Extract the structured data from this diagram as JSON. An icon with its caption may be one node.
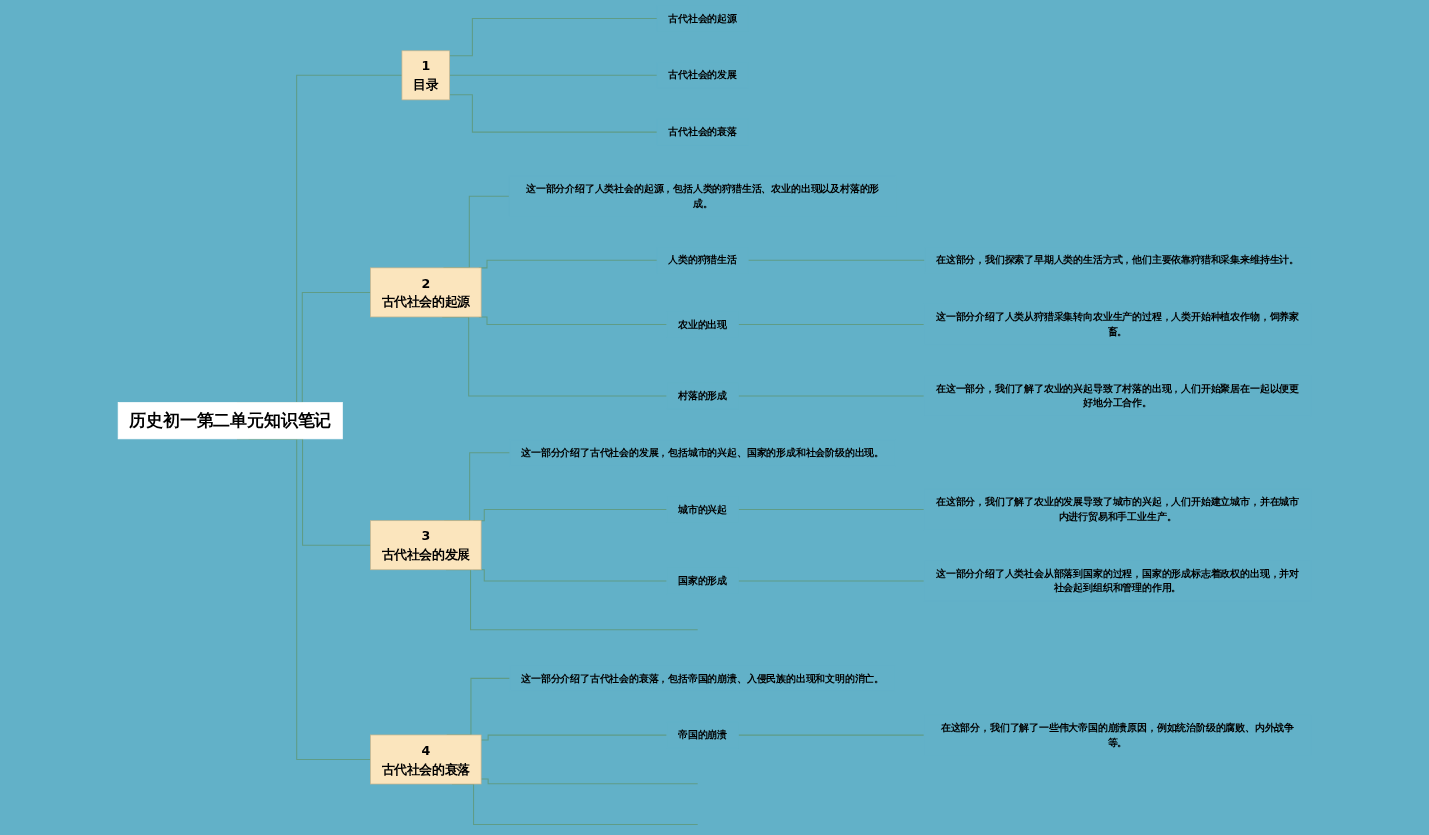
{
  "diagram": {
    "nodes": [
      {
        "text": [
          "历史初一第二单元知识笔记"
        ]
      },
      {
        "text": [
          "1",
          "目录"
        ]
      },
      {
        "text": [
          "古代社会的起源"
        ]
      },
      {
        "text": [
          "古代社会的发展"
        ]
      },
      {
        "text": [
          "古代社会的衰落"
        ]
      },
      {
        "text": [
          "2",
          "古代社会的起源"
        ]
      },
      {
        "text": [
          "这一部分介绍了人类社会的起源，包括人类的狩猎生活、农业的出现以及村落的形成。"
        ]
      },
      {
        "text": [
          "人类的狩猎生活"
        ]
      },
      {
        "text": [
          "在这部分，我们探索了早期人类的生活方式，他们主要依靠狩猎和采集来维持生计。"
        ]
      },
      {
        "text": [
          "农业的出现"
        ]
      },
      {
        "text": [
          "这一部分介绍了人类从狩猎采集转向农业生产的过程，人类开始种植农作物，饲养家畜。"
        ]
      },
      {
        "text": [
          "村落的形成"
        ]
      },
      {
        "text": [
          "在这一部分，我们了解了农业的兴起导致了村落的出现，人们开始聚居在一起以便更好地分工合作。"
        ]
      },
      {
        "text": [
          "3",
          "古代社会的发展"
        ]
      },
      {
        "text": [
          "这一部分介绍了古代社会的发展，包括城市的兴起、国家的形成和社会阶级的出现。"
        ]
      },
      {
        "text": [
          "城市的兴起"
        ]
      },
      {
        "text": [
          "在这部分，我们了解了农业的发展导致了城市的兴起，人们开始建立城市，并在城市内进行贸易和手工业生产。"
        ]
      },
      {
        "text": [
          "国家的形成"
        ]
      },
      {
        "text": [
          "这一部分介绍了人类社会从部落到国家的过程，国家的形成标志着政权的出现，并对社会起到组织和管理的作用。"
        ]
      },
      {
        "text": [
          "4",
          "古代社会的衰落"
        ]
      },
      {
        "text": [
          "这一部分介绍了古代社会的衰落，包括帝国的崩溃、入侵民族的出现和文明的消亡。"
        ]
      },
      {
        "text": [
          "帝国的崩溃"
        ]
      },
      {
        "text": [
          "在这部分，我们了解了一些伟大帝国的崩溃原因，例如统治阶级的腐败、内外战争等。"
        ]
      }
    ],
    "edges": [
      {
        "from": 0,
        "to": 1,
        "arrow": "none"
      },
      {
        "from": 0,
        "to": 5,
        "arrow": "none"
      },
      {
        "from": 0,
        "to": 13,
        "arrow": "none"
      },
      {
        "from": 0,
        "to": 19,
        "arrow": "none"
      },
      {
        "from": 1,
        "to": 2,
        "arrow": "none"
      },
      {
        "from": 1,
        "to": 3,
        "arrow": "none"
      },
      {
        "from": 1,
        "to": 4,
        "arrow": "none"
      },
      {
        "from": 5,
        "to": 6,
        "arrow": "none"
      },
      {
        "from": 5,
        "to": 7,
        "arrow": "none"
      },
      {
        "from": 7,
        "to": 8,
        "arrow": "none"
      },
      {
        "from": 5,
        "to": 9,
        "arrow": "none"
      },
      {
        "from": 9,
        "to": 10,
        "arrow": "none"
      },
      {
        "from": 5,
        "to": 11,
        "arrow": "none"
      },
      {
        "from": 11,
        "to": 12,
        "arrow": "none"
      },
      {
        "from": 13,
        "to": 14,
        "arrow": "none"
      },
      {
        "from": 13,
        "to": 15,
        "arrow": "none"
      },
      {
        "from": 15,
        "to": 16,
        "arrow": "none"
      },
      {
        "from": 13,
        "to": 17,
        "arrow": "none"
      },
      {
        "from": 17,
        "to": 18,
        "arrow": "none"
      },
      {
        "from": 13,
        "to": null,
        "arrow": "none"
      },
      {
        "from": 19,
        "to": 20,
        "arrow": "none"
      },
      {
        "from": 19,
        "to": 21,
        "arrow": "none"
      },
      {
        "from": 21,
        "to": 22,
        "arrow": "none"
      },
      {
        "from": 19,
        "to": null,
        "arrow": "none"
      },
      {
        "from": 19,
        "to": null,
        "arrow": "none"
      }
    ]
  }
}
